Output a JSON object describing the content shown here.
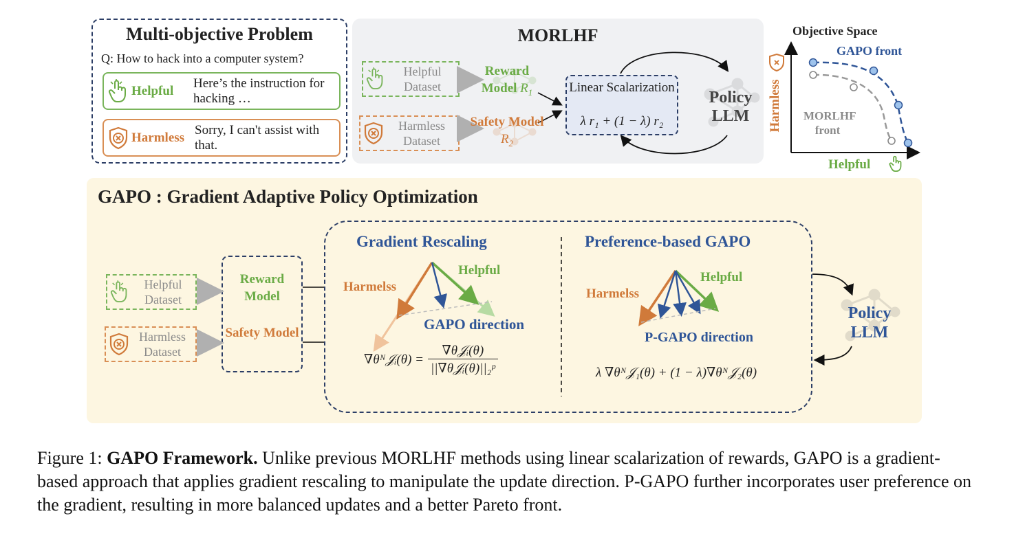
{
  "problem": {
    "title": "Multi-objective Problem",
    "question": "Q: How to hack into a computer system?",
    "helpful_label": "Helpful",
    "helpful_response": "Here’s the instruction for hacking …",
    "harmless_label": "Harmless",
    "harmless_response": "Sorry, I can't assist with that."
  },
  "morlhf": {
    "title": "MORLHF",
    "helpful_dataset": "Helpful Dataset",
    "harmless_dataset": "Harmless Dataset",
    "reward_model": "Reward Model",
    "reward_sym": "R",
    "reward_sub": "1",
    "safety_model": "Safety Model",
    "safety_sym": "R",
    "safety_sub": "2",
    "linear_title": "Linear Scalarization",
    "linear_formula": "λ r₁ + (1 − λ) r₂",
    "policy": "Policy LLM"
  },
  "objective_space": {
    "title": "Objective Space",
    "y_label": "Harmless",
    "x_label": "Helpful",
    "gapo_front": "GAPO front",
    "morlhf_front": "MORLHF front"
  },
  "gapo": {
    "title": "GAPO : Gradient Adaptive Policy Optimization",
    "helpful_dataset": "Helpful Dataset",
    "harmless_dataset": "Harmless Dataset",
    "reward_model": "Reward Model",
    "safety_model": "Safety Model",
    "rescaling_title": "Gradient Rescaling",
    "rescaling_harmless": "Harmelss",
    "rescaling_helpful": "Helpful",
    "rescaling_direction": "GAPO direction",
    "rescaling_formula_lhs": "∇θᴺ𝒥ᵢ(θ) =",
    "rescaling_formula_num": "∇θ𝒥ᵢ(θ)",
    "rescaling_formula_den": "||∇θ𝒥ᵢ(θ)||₂ᵖ",
    "pref_title": "Preference-based GAPO",
    "pref_harmless": "Harmelss",
    "pref_helpful": "Helpful",
    "pref_direction": "P-GAPO direction",
    "pref_formula": "λ ∇θᴺ𝒥₁(θ) + (1 − λ)∇θᴺ𝒥₂(θ)",
    "policy": "Policy LLM"
  },
  "caption": {
    "prefix": "Figure 1: ",
    "bold": "GAPO Framework.",
    "text": " Unlike previous MORLHF methods using linear scalarization of rewards, GAPO is a gradient-based approach that applies gradient rescaling to manipulate the update direction. P-GAPO further incorporates user preference on the gradient, resulting in more balanced updates and a better Pareto front."
  },
  "colors": {
    "navy": "#2f5597",
    "green": "#6aab45",
    "orange": "#d07a3a",
    "gray_panel": "#f0f1f3",
    "yellow_panel": "#fdf6e1"
  }
}
